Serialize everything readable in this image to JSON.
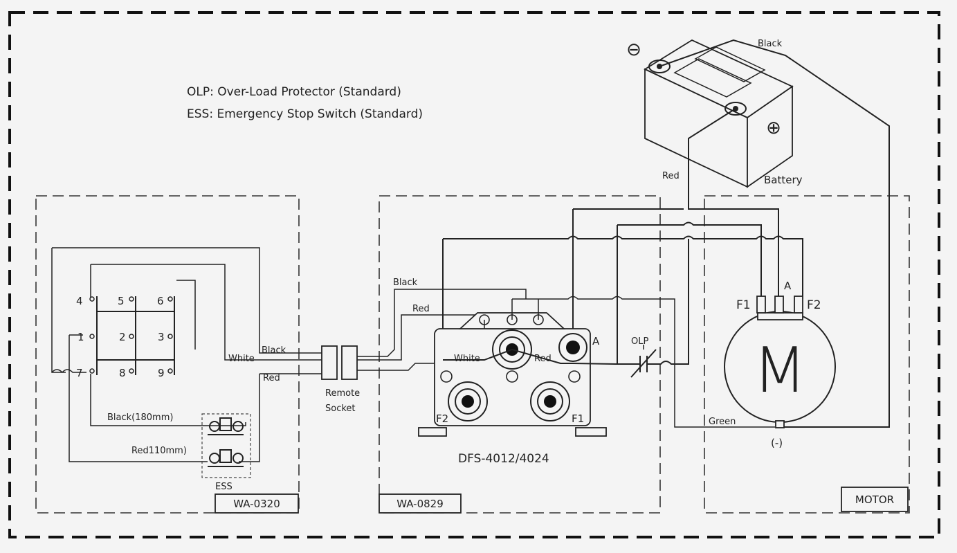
{
  "legend": {
    "olp": "OLP: Over-Load Protector (Standard)",
    "ess": "ESS: Emergency Stop Switch (Standard)"
  },
  "battery": {
    "label": "Battery",
    "neg_symbol": "⊖",
    "pos_symbol": "⊕",
    "wire_black": "Black",
    "wire_red": "Red"
  },
  "modules": {
    "switch": "WA-0320",
    "solenoid": "WA-0829",
    "motor": "MOTOR"
  },
  "switch_box": {
    "terminals": [
      "4",
      "5",
      "6",
      "1",
      "2",
      "3",
      "7",
      "8",
      "9"
    ],
    "wire_white": "White",
    "wire_black": "Black",
    "wire_red": "Red",
    "black_len": "Black(180mm)",
    "red_len": "Red110mm)",
    "ess": "ESS"
  },
  "socket": {
    "line1": "Remote",
    "line2": "Socket"
  },
  "solenoid": {
    "model": "DFS-4012/4024",
    "wire_black": "Black",
    "wire_red": "Red",
    "wire_white": "White",
    "wire_red2": "Red",
    "term_a": "A",
    "term_f1": "F1",
    "term_f2": "F2",
    "olp": "OLP"
  },
  "motor": {
    "letter": "M",
    "f1": "F1",
    "a": "A",
    "f2": "F2",
    "green": "Green",
    "neg": "(-)"
  }
}
